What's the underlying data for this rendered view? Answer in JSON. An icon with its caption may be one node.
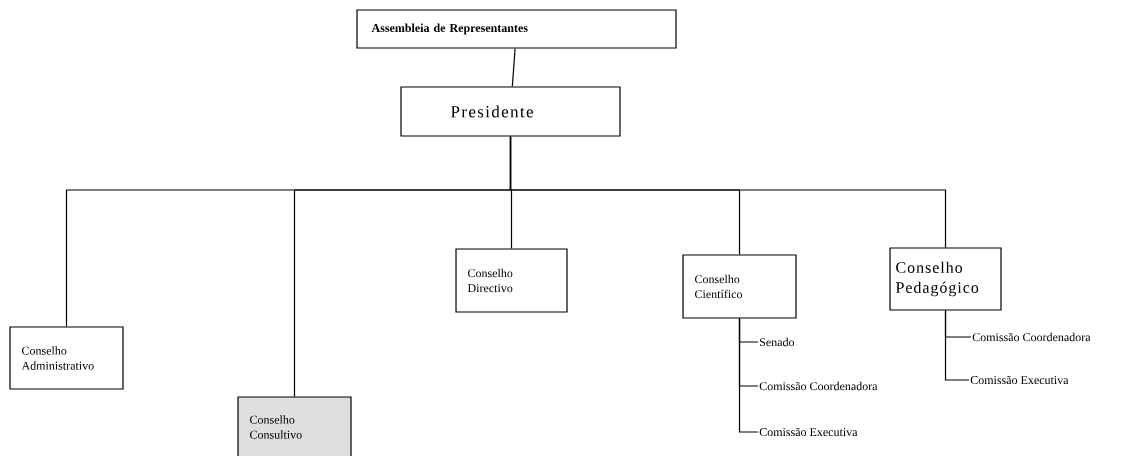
{
  "diagram": {
    "nodes": [
      {
        "text": [
          "Assembleia de Representantes"
        ]
      },
      {
        "text": [
          "Presidente"
        ]
      },
      {
        "text": [
          "Conselho Administrativo"
        ]
      },
      {
        "text": [
          "Conselho Consultivo"
        ]
      },
      {
        "text": [
          "Conselho Directivo"
        ]
      },
      {
        "text": [
          "Conselho Científico"
        ]
      },
      {
        "text": [
          "Conselho Pedagógico"
        ]
      },
      {
        "text": [
          "Senado"
        ]
      },
      {
        "text": [
          "Comissão Coordenadora"
        ]
      },
      {
        "text": [
          "Comissão Executiva"
        ]
      },
      {
        "text": [
          "Comissão Coordenadora"
        ]
      },
      {
        "text": [
          "Comissão Executiva"
        ]
      }
    ],
    "edges": [
      {
        "from": 0,
        "to": 1,
        "arrow": "none"
      },
      {
        "from": 1,
        "to": 2,
        "arrow": "none"
      },
      {
        "from": 1,
        "to": 3,
        "arrow": "none"
      },
      {
        "from": 1,
        "to": 4,
        "arrow": "none"
      },
      {
        "from": 1,
        "to": 5,
        "arrow": "none"
      },
      {
        "from": 1,
        "to": 6,
        "arrow": "none"
      },
      {
        "from": 5,
        "to": 7,
        "arrow": "none"
      },
      {
        "from": 5,
        "to": 8,
        "arrow": "none"
      },
      {
        "from": 5,
        "to": 9,
        "arrow": "none"
      },
      {
        "from": 6,
        "to": 10,
        "arrow": "none"
      },
      {
        "from": 6,
        "to": 11,
        "arrow": "none"
      }
    ]
  }
}
